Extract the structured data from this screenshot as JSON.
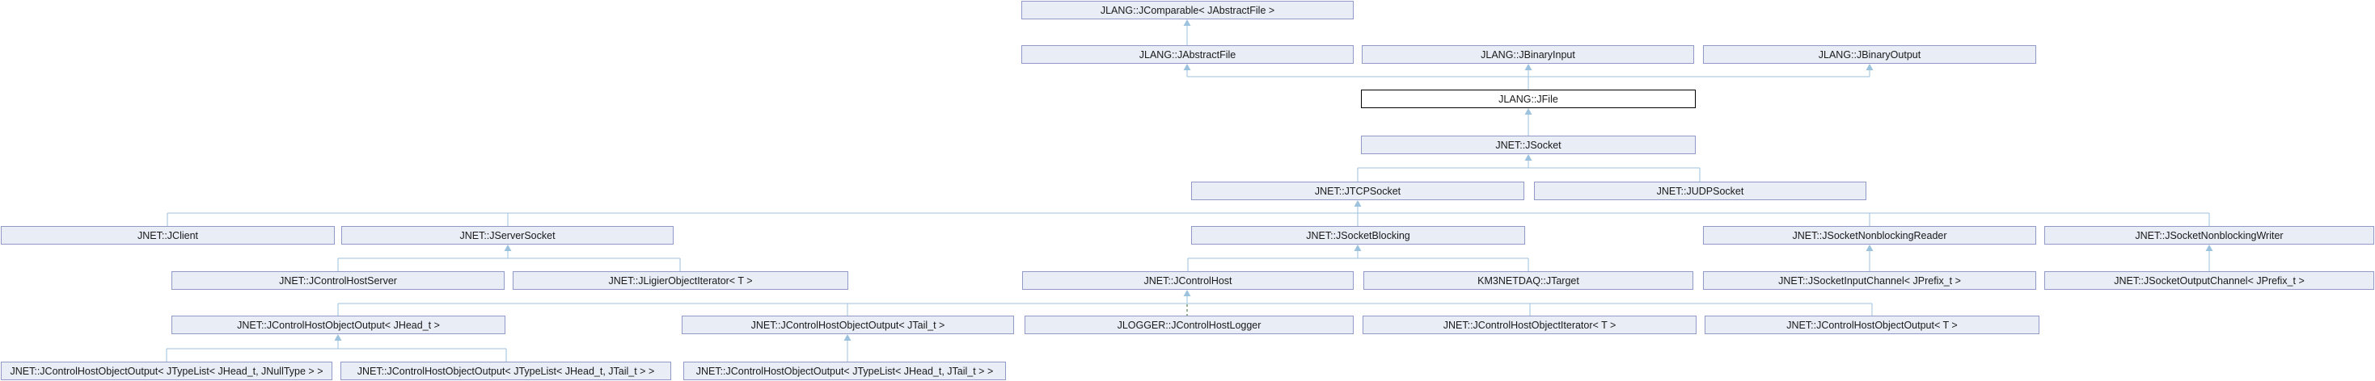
{
  "diagram": {
    "type": "class-inheritance-graph",
    "focal_class": "JLANG::JFile"
  },
  "colors": {
    "background": "#ffffff",
    "node_fill": "#e8edf6",
    "node_border": "#9399c6",
    "focal_fill": "#ffffff",
    "focal_border": "#000000",
    "edge": "#9cc2de",
    "protected_edge": "#2a6e2a",
    "text": "#1a1a1a"
  },
  "nodes": [
    {
      "label": "JLANG::JComparable< JAbstractFile >"
    },
    {
      "label": "JLANG::JAbstractFile"
    },
    {
      "label": "JLANG::JBinaryInput"
    },
    {
      "label": "JLANG::JBinaryOutput"
    },
    {
      "label": "JLANG::JFile",
      "focal": true
    },
    {
      "label": "JNET::JSocket"
    },
    {
      "label": "JNET::JTCPSocket"
    },
    {
      "label": "JNET::JUDPSocket"
    },
    {
      "label": "JNET::JClient"
    },
    {
      "label": "JNET::JServerSocket"
    },
    {
      "label": "JNET::JSocketBlocking"
    },
    {
      "label": "JNET::JSocketNonblockingReader"
    },
    {
      "label": "JNET::JSocketNonblockingWriter"
    },
    {
      "label": "JNET::JControlHostServer"
    },
    {
      "label": "JNET::JLigierObjectIterator< T >"
    },
    {
      "label": "JNET::JControlHost"
    },
    {
      "label": "KM3NETDAQ::JTarget"
    },
    {
      "label": "JNET::JSocketInputChannel< JPrefix_t >"
    },
    {
      "label": "JNET::JSocketOutputChannel< JPrefix_t >"
    },
    {
      "label": "JNET::JControlHostObjectOutput< JHead_t >"
    },
    {
      "label": "JNET::JControlHostObjectOutput< JTail_t >"
    },
    {
      "label": "JLOGGER::JControlHostLogger"
    },
    {
      "label": "JNET::JControlHostObjectIterator< T >"
    },
    {
      "label": "JNET::JControlHostObjectOutput< T >"
    },
    {
      "label": "JNET::JControlHostObjectOutput< JTypeList< JHead_t, JNullType > >"
    },
    {
      "label": "JNET::JControlHostObjectOutput< JTypeList< JHead_t, JTail_t > >"
    },
    {
      "label": "JNET::JControlHostObjectOutput< JTypeList< JHead_t, JTail_t > >"
    }
  ],
  "edges": [
    {
      "child": 1,
      "parent": 0,
      "style": "solid"
    },
    {
      "child": 4,
      "parent": 1,
      "style": "solid"
    },
    {
      "child": 4,
      "parent": 2,
      "style": "solid"
    },
    {
      "child": 4,
      "parent": 3,
      "style": "solid"
    },
    {
      "child": 5,
      "parent": 4,
      "style": "solid"
    },
    {
      "child": 6,
      "parent": 5,
      "style": "solid"
    },
    {
      "child": 7,
      "parent": 5,
      "style": "solid"
    },
    {
      "child": 8,
      "parent": 6,
      "style": "solid"
    },
    {
      "child": 9,
      "parent": 6,
      "style": "solid"
    },
    {
      "child": 10,
      "parent": 6,
      "style": "solid"
    },
    {
      "child": 11,
      "parent": 6,
      "style": "solid"
    },
    {
      "child": 12,
      "parent": 6,
      "style": "solid"
    },
    {
      "child": 13,
      "parent": 9,
      "style": "solid"
    },
    {
      "child": 14,
      "parent": 9,
      "style": "solid"
    },
    {
      "child": 15,
      "parent": 10,
      "style": "solid"
    },
    {
      "child": 16,
      "parent": 10,
      "style": "solid"
    },
    {
      "child": 17,
      "parent": 11,
      "style": "solid"
    },
    {
      "child": 18,
      "parent": 12,
      "style": "solid"
    },
    {
      "child": 19,
      "parent": 15,
      "style": "solid"
    },
    {
      "child": 20,
      "parent": 15,
      "style": "solid"
    },
    {
      "child": 21,
      "parent": 15,
      "style": "dashed-protected"
    },
    {
      "child": 22,
      "parent": 15,
      "style": "solid"
    },
    {
      "child": 23,
      "parent": 15,
      "style": "solid"
    },
    {
      "child": 24,
      "parent": 19,
      "style": "solid"
    },
    {
      "child": 25,
      "parent": 19,
      "style": "solid"
    },
    {
      "child": 26,
      "parent": 20,
      "style": "solid"
    }
  ]
}
